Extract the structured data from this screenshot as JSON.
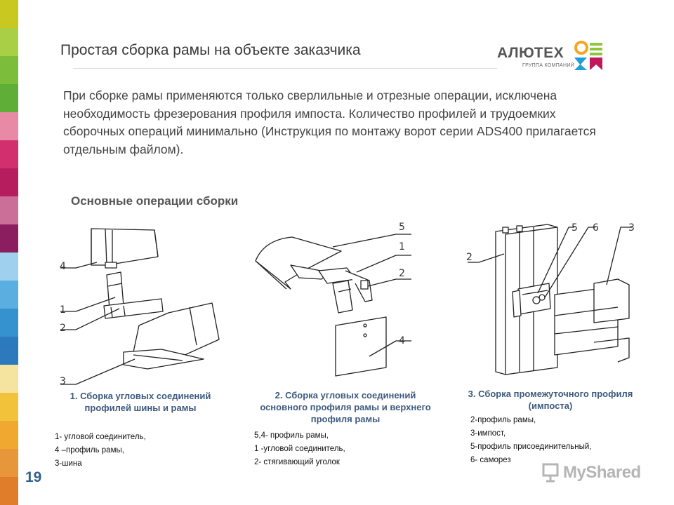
{
  "header": {
    "title": "Простая сборка рамы на объекте заказчика"
  },
  "logo": {
    "name": "АЛЮТЕХ",
    "subtitle": "ГРУППА КОМПАНИЙ",
    "colors": [
      "#f5a623",
      "#8dc63f",
      "#1e9fd8",
      "#c2185b"
    ]
  },
  "intro": {
    "text": "При сборке рамы применяются только сверлильные и отрезные операции, исключена необходимость фрезерования профиля импоста. Количество профилей и трудоемких сборочных операций минимально (Инструкция по монтажу ворот серии ADS400 прилагается отдельным файлом)."
  },
  "section": {
    "heading": "Основные операции сборки"
  },
  "side_bar_colors": [
    "#c8c820",
    "#a8cf45",
    "#7cbd3c",
    "#5fae37",
    "#e88aa5",
    "#d22f6e",
    "#b51d5e",
    "#cc6f98",
    "#8b1e5e",
    "#9fd0ee",
    "#5aaee0",
    "#3592cf",
    "#2c79bd",
    "#f5e3a0",
    "#f2c23a",
    "#f0a830",
    "#e8963a",
    "#e07d2b"
  ],
  "figures": [
    {
      "caption": "1. Сборка угловых соединений профилей шины и рамы",
      "items": [
        "1- угловой соединитель,",
        "4 –профиль рамы,",
        "3-шина"
      ],
      "labels": [
        "4",
        "1",
        "2",
        "3"
      ]
    },
    {
      "caption": "2. Сборка угловых соединений основного профиля рамы и верхнего профиля рамы",
      "items": [
        "5,4- профиль рамы,",
        "1 -угловой соединитель,",
        "2- стягивающий уголок"
      ],
      "labels": [
        "5",
        "1",
        "2",
        "4"
      ]
    },
    {
      "caption": "3. Сборка промежуточного профиля (импоста)",
      "items": [
        "2-профиль рамы,",
        "3-импост,",
        "5-профиль присоединительный,",
        "6- саморез"
      ],
      "labels": [
        "2",
        "5",
        "6",
        "3"
      ]
    }
  ],
  "page": {
    "number": "19"
  },
  "watermark": {
    "text": "MyShared"
  }
}
